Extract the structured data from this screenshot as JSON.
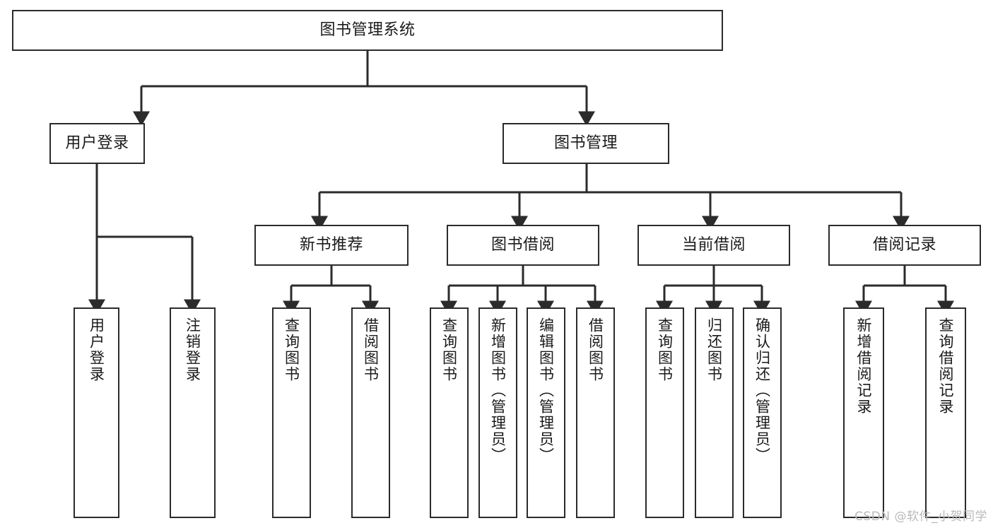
{
  "diagram": {
    "title": "图书管理系统",
    "type": "hierarchy-tree",
    "levels": 4,
    "colors": {
      "box_border": "#2b2b2b",
      "box_fill": "#ffffff",
      "connector": "#2b2b2b",
      "text": "#1a1a1a",
      "watermark": "#b9b9b9",
      "background": "#ffffff"
    },
    "root": {
      "label": "图书管理系统"
    },
    "level2": [
      {
        "label": "用户登录"
      },
      {
        "label": "图书管理"
      }
    ],
    "level3": [
      {
        "label": "新书推荐"
      },
      {
        "label": "图书借阅"
      },
      {
        "label": "当前借阅"
      },
      {
        "label": "借阅记录"
      }
    ],
    "leaves": {
      "user_login": [
        {
          "label": "用户登录"
        },
        {
          "label": "注销登录"
        }
      ],
      "new_book_recommend": [
        {
          "label": "查询图书"
        },
        {
          "label": "借阅图书"
        }
      ],
      "book_borrow": [
        {
          "label": "查询图书"
        },
        {
          "label": "新增图书（管理员）"
        },
        {
          "label": "编辑图书（管理员）"
        },
        {
          "label": "借阅图书"
        }
      ],
      "current_borrow": [
        {
          "label": "查询图书"
        },
        {
          "label": "归还图书"
        },
        {
          "label": "确认归还（管理员）"
        }
      ],
      "borrow_record": [
        {
          "label": "新增借阅记录"
        },
        {
          "label": "查询借阅记录"
        }
      ]
    }
  },
  "watermark": {
    "text": "CSDN @软件_小贺同学"
  }
}
